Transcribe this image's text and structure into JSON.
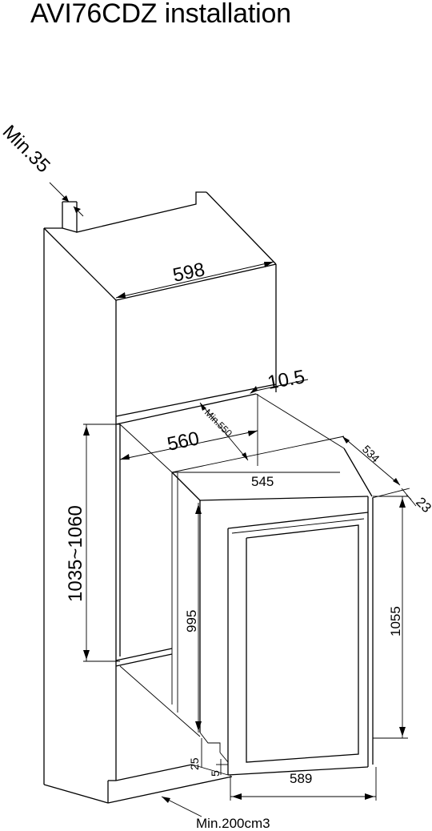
{
  "title": "AVI76CDZ installation",
  "labels": {
    "min_35": "Min.35",
    "w_598": "598",
    "t_10_5": "10.5",
    "min_550": "Min.550",
    "w_560": "560",
    "d_534": "534",
    "w_545": "545",
    "g_23": "23",
    "h_1035_1060": "1035~1060",
    "h_995": "995",
    "h_1055": "1055",
    "b_25": "25",
    "b_5": "5",
    "w_589": "589",
    "vent": "Min.200cm3"
  }
}
